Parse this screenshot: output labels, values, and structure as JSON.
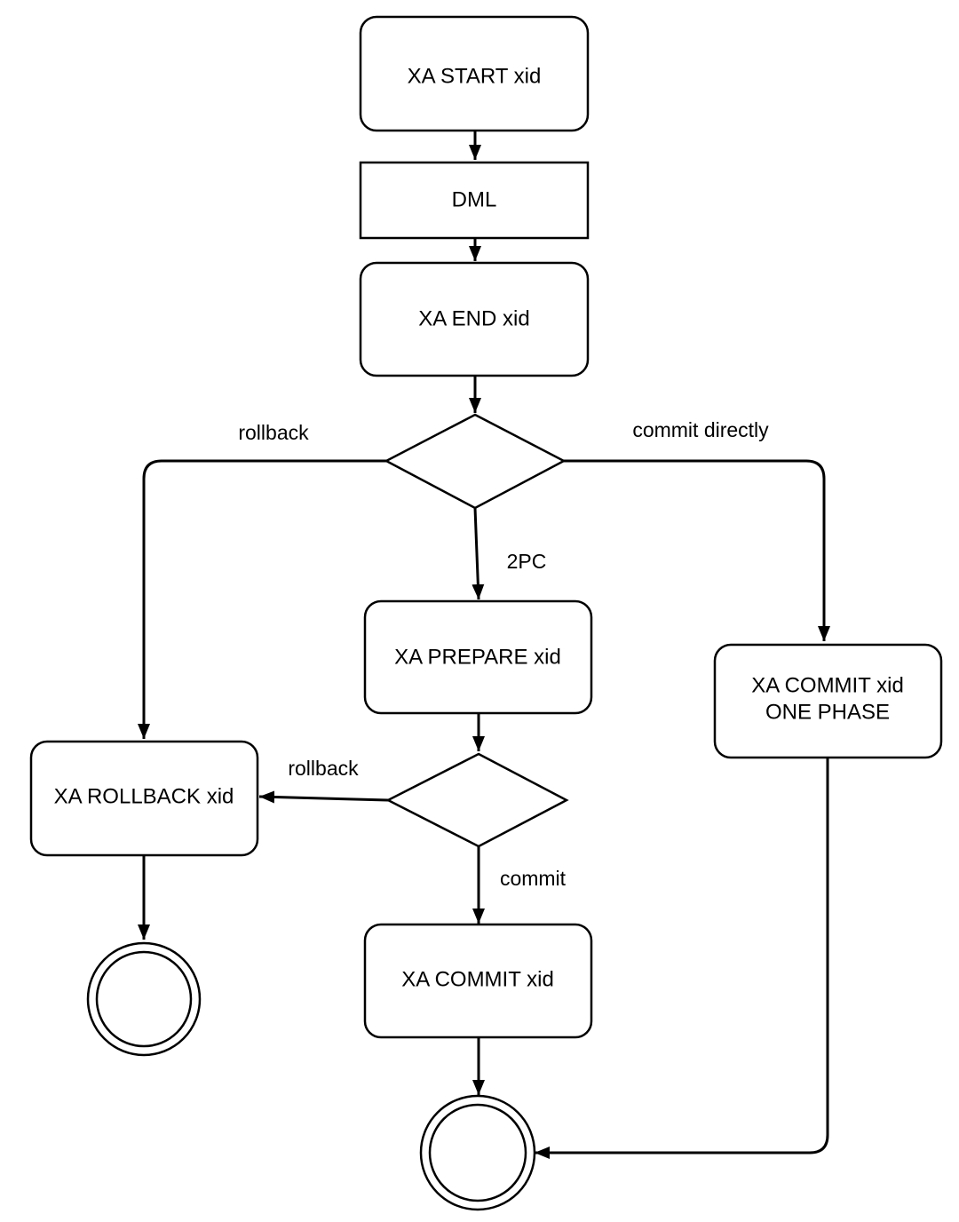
{
  "nodes": {
    "xa_start": "XA START xid",
    "dml": "DML",
    "xa_end": "XA END xid",
    "xa_prepare": "XA PREPARE xid",
    "xa_commit_one_phase_line1": "XA COMMIT xid",
    "xa_commit_one_phase_line2": "ONE PHASE",
    "xa_rollback": "XA ROLLBACK xid",
    "xa_commit": "XA COMMIT xid"
  },
  "edges": {
    "rollback_top": "rollback",
    "commit_directly": "commit directly",
    "two_pc": "2PC",
    "rollback_mid": "rollback",
    "commit": "commit"
  }
}
